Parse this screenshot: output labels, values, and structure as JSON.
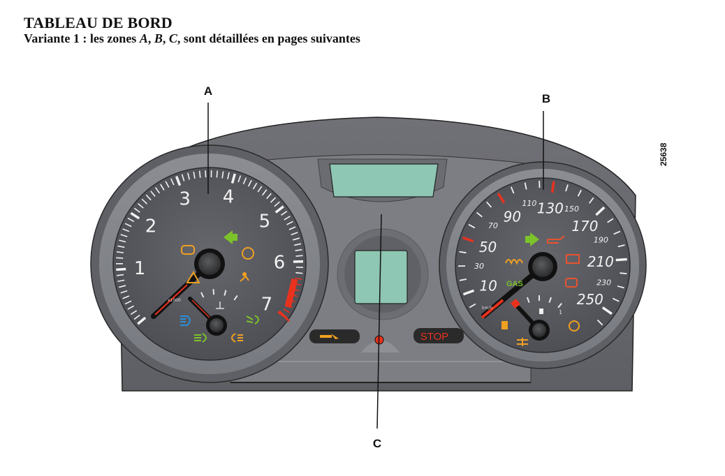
{
  "header": {
    "title": "TABLEAU DE BORD",
    "subtitle_prefix": "Variante 1 : les zones ",
    "zone_a": "A",
    "sep1": ", ",
    "zone_b": "B",
    "sep2": ", ",
    "zone_c": "C",
    "subtitle_suffix": ", sont détaillées en pages suivantes"
  },
  "figure_reference": "25638",
  "callouts": {
    "a": "A",
    "b": "B",
    "c": "C"
  },
  "tachometer": {
    "labels": [
      "1",
      "2",
      "3",
      "4",
      "5",
      "6",
      "7"
    ],
    "unit_label": "x1000",
    "warning_icons": [
      "engine-icon",
      "abs-icon",
      "airbag-icon",
      "hazard-triangle-icon",
      "low-beam-icon",
      "high-beam-icon",
      "front-fog-icon",
      "rear-fog-icon",
      "turn-left-icon"
    ]
  },
  "speedometer": {
    "major_labels": [
      "10",
      "50",
      "90",
      "130",
      "170",
      "210",
      "250"
    ],
    "minor_labels": [
      "30",
      "70",
      "110",
      "150",
      "190",
      "230"
    ],
    "unit_label": "km/h",
    "gas_label": "GAS",
    "fuel_labels": [
      "1"
    ],
    "warning_icons": [
      "turn-right-icon",
      "oil-pressure-icon",
      "battery-icon",
      "glow-plug-icon",
      "brake-icon",
      "fuel-icon",
      "coolant-icon",
      "tyre-pressure-icon"
    ]
  },
  "center": {
    "stop_label": "STOP",
    "service_icon": "wrench-icon"
  },
  "colors": {
    "panel": "#6f7075",
    "dial": "#55565c",
    "lcd": "#8ec7b3",
    "red": "#e8321e",
    "orange": "#f0a020",
    "green": "#7cc22a",
    "blue": "#2a8ed8"
  }
}
